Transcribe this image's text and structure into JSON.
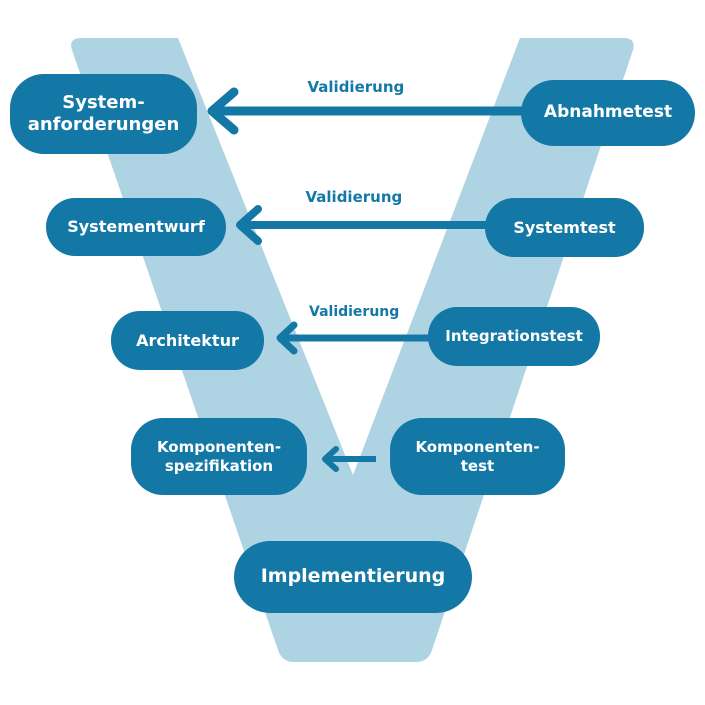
{
  "colors": {
    "pill": "#1478a6",
    "v_shape": "#aed3e3",
    "arrow": "#1478a6",
    "label": "#1478a6"
  },
  "left_column": [
    {
      "id": "systemanforderungen",
      "text": "System-\nanforderungen"
    },
    {
      "id": "systementwurf",
      "text": "Systementwurf"
    },
    {
      "id": "architektur",
      "text": "Architektur"
    },
    {
      "id": "komponentenspezifikation",
      "text": "Komponenten-\nspezifikation"
    }
  ],
  "right_column": [
    {
      "id": "abnahmetest",
      "text": "Abnahmetest"
    },
    {
      "id": "systemtest",
      "text": "Systemtest"
    },
    {
      "id": "integrationstest",
      "text": "Integrationstest"
    },
    {
      "id": "komponententest",
      "text": "Komponenten-\ntest"
    }
  ],
  "bottom": {
    "text": "Implementierung"
  },
  "arrow_labels": [
    "Validierung",
    "Validierung",
    "Validierung"
  ]
}
